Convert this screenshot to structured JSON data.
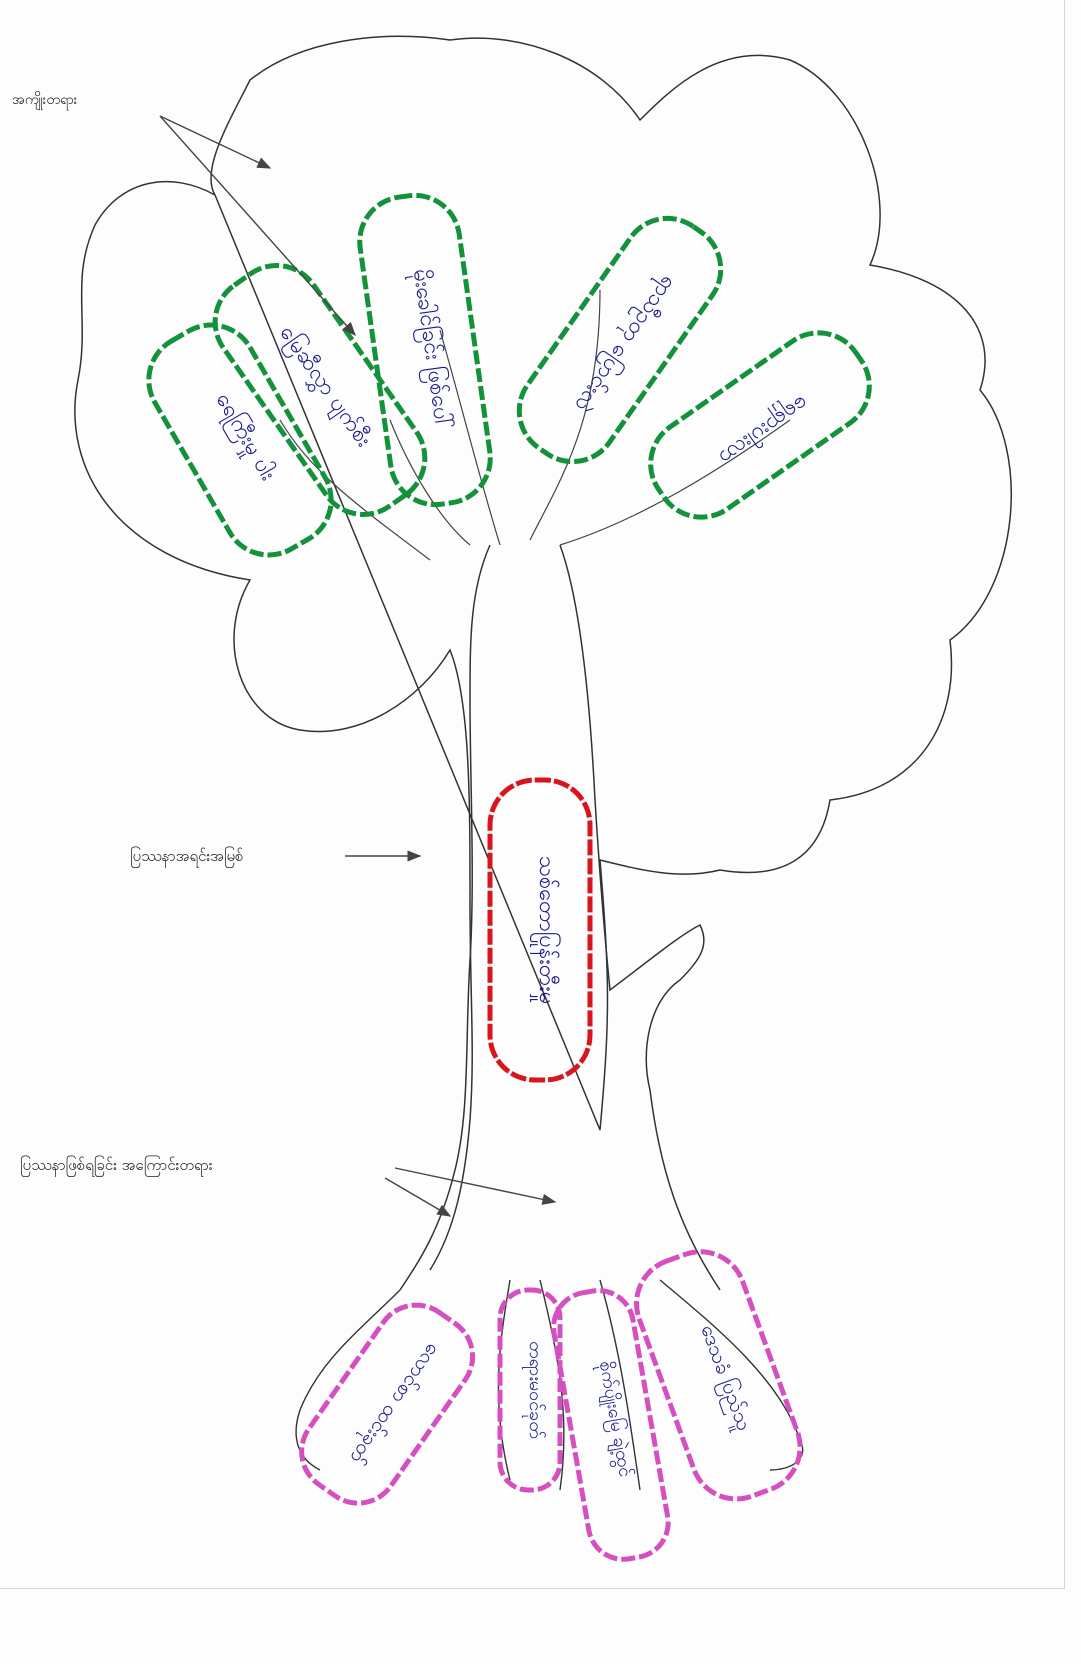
{
  "labels": {
    "effects": "အကျိုးတရား",
    "core_problem": "ပြဿနာအရင်းအမြစ်",
    "causes": "ပြဿနာဖြစ်ရခြင်း အကြောင်းတရား"
  },
  "colors": {
    "effect_outline": "#13923b",
    "core_outline": "#d9141c",
    "cause_outline": "#d64fc0",
    "ink": "#1a1a8c",
    "tree_line": "#333333"
  }
}
